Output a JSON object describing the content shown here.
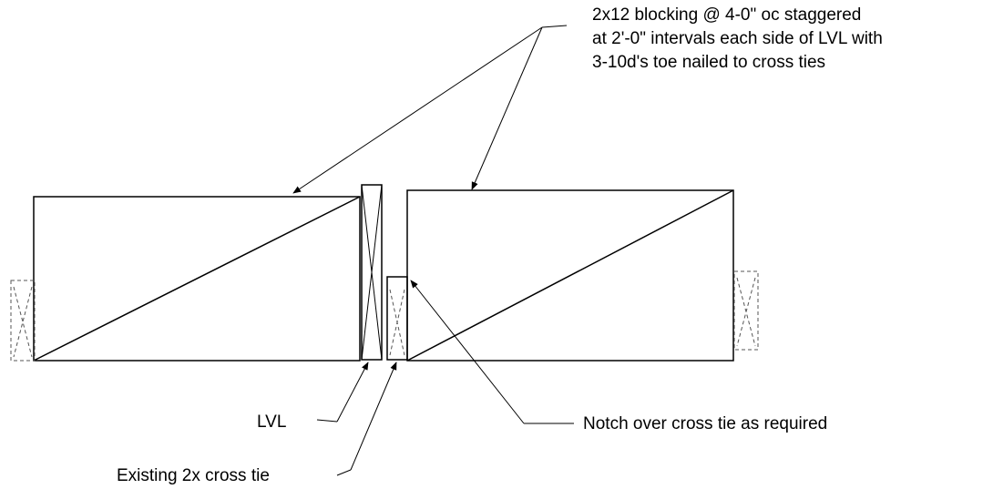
{
  "labels": {
    "blocking_note": [
      "2x12 blocking @ 4-0\" oc staggered",
      "at 2'-0\" intervals each side of LVL with",
      "3-10d's toe nailed to cross ties"
    ],
    "lvl": "LVL",
    "cross_tie": "Existing 2x cross tie",
    "notch": "Notch over cross tie as required"
  }
}
